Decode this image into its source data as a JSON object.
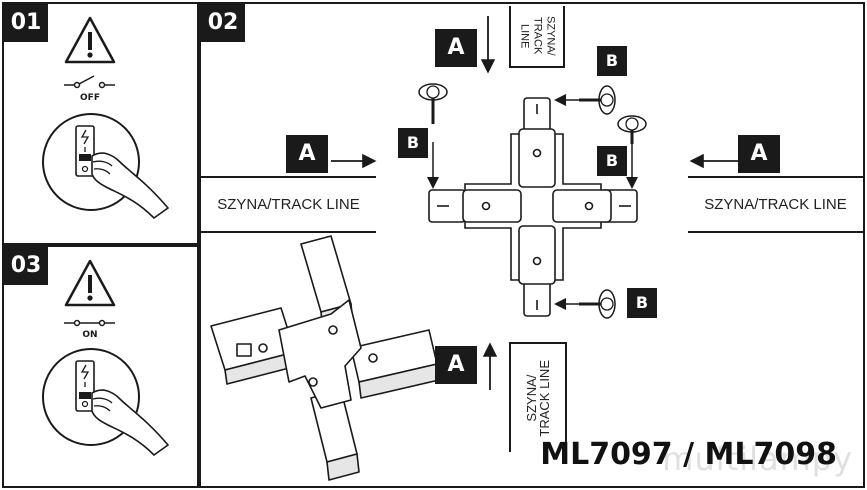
{
  "steps": {
    "s1": "01",
    "s2": "02",
    "s3": "03"
  },
  "switch": {
    "off": "OFF",
    "on": "ON"
  },
  "callouts": {
    "a": "A",
    "b": "B"
  },
  "tracks": {
    "left": "SZYNA/TRACK LINE",
    "right": "SZYNA/TRACK LINE",
    "top": [
      "SZYNA/",
      "TRACK",
      "LINE"
    ],
    "bottom": [
      "SZYNA/",
      "TRACK LINE"
    ]
  },
  "model": "ML7097 / ML7098",
  "watermark": "multilampy"
}
